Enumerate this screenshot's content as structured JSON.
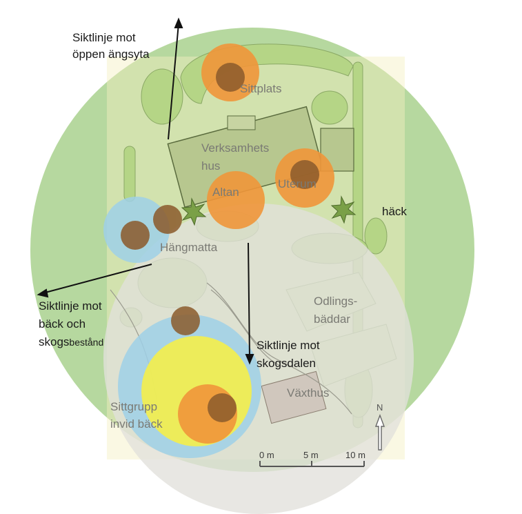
{
  "colors": {
    "green_zone": "#a9d18e",
    "grey_zone": "#dcdcdc",
    "plan_paper": "#f5f3c4",
    "blue_zone": "#9fd0e8",
    "yellow_zone": "#f4ee4a",
    "orange_zone": "#f0963a",
    "brown_point": "#8b5a2b",
    "plan_green": "#b9d98a",
    "building": "#c7d4a2"
  },
  "sightlines": {
    "north": {
      "line1": "Siktlinje mot",
      "line2": "öppen ängsyta"
    },
    "west": {
      "line1": "Siktlinje mot",
      "line2": "bäck och",
      "line3_main": "skogs",
      "line3_small": "bestånd"
    },
    "south": {
      "line1": "Siktlinje mot",
      "line2": "skogsdalen"
    }
  },
  "places": {
    "sittplats": "Sittplats",
    "verksamhetshus_1": "Verksamhets",
    "verksamhetshus_2": "hus",
    "altan": "Altan",
    "uterum": "Uterum",
    "hack": "häck",
    "hangmatta": "Hängmatta",
    "odlingsbaddar_1": "Odlings-",
    "odlingsbaddar_2": "bäddar",
    "vaxthus": "Växthus",
    "sittgrupp_1": "Sittgrupp",
    "sittgrupp_2": "invid bäck"
  },
  "scale_bar": {
    "label_0": "0 m",
    "label_5": "5 m",
    "label_10": "10 m"
  },
  "north_arrow": {
    "label": "N",
    "icon": "north-arrow-icon"
  }
}
